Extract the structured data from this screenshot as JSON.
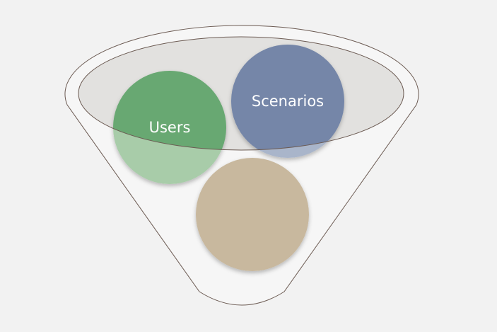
{
  "diagram": {
    "type": "funnel",
    "items": [
      {
        "label": "Users",
        "color": "#68a872",
        "light_color": "#a8cca9"
      },
      {
        "label": "Scenarios",
        "color": "#7586a8",
        "light_color": "#a9b5ca"
      },
      {
        "label": "",
        "color": "#c8b89e",
        "light_color": "#c8b89e"
      }
    ],
    "funnel_color": "#f6f6f6",
    "funnel_stroke": "#6b5a52",
    "mouth_color": "#e2e1df"
  }
}
